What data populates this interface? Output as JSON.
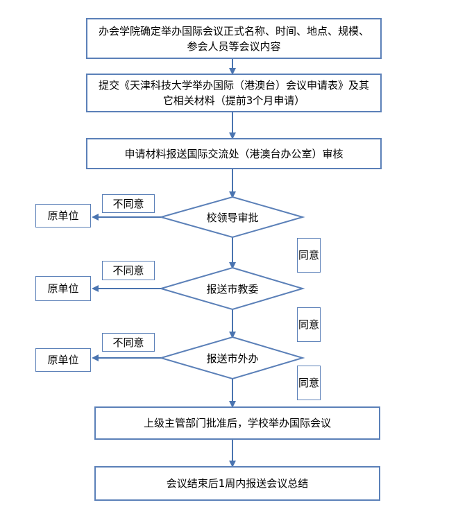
{
  "steps": [
    "办会学院确定举办国际会议正式名称、时间、地点、规模、参会人员等会议内容",
    "提交《天津科技大学举办国际（港澳台）会议申请表》及其它相关材料（提前3个月申请）",
    "申请材料报送国际交流处（港澳台办公室）审核"
  ],
  "decisions": [
    "校领导审批",
    "报送市教委",
    "报送市外办"
  ],
  "reject_label": "不同意",
  "origin_label": "原单位",
  "agree_label": "同意",
  "final_steps": [
    "上级主管部门批准后，学校举办国际会议",
    "会议结束后1周内报送会议总结"
  ],
  "colors": {
    "stroke": "#5b80b8",
    "arrow": "#4a74b0"
  }
}
